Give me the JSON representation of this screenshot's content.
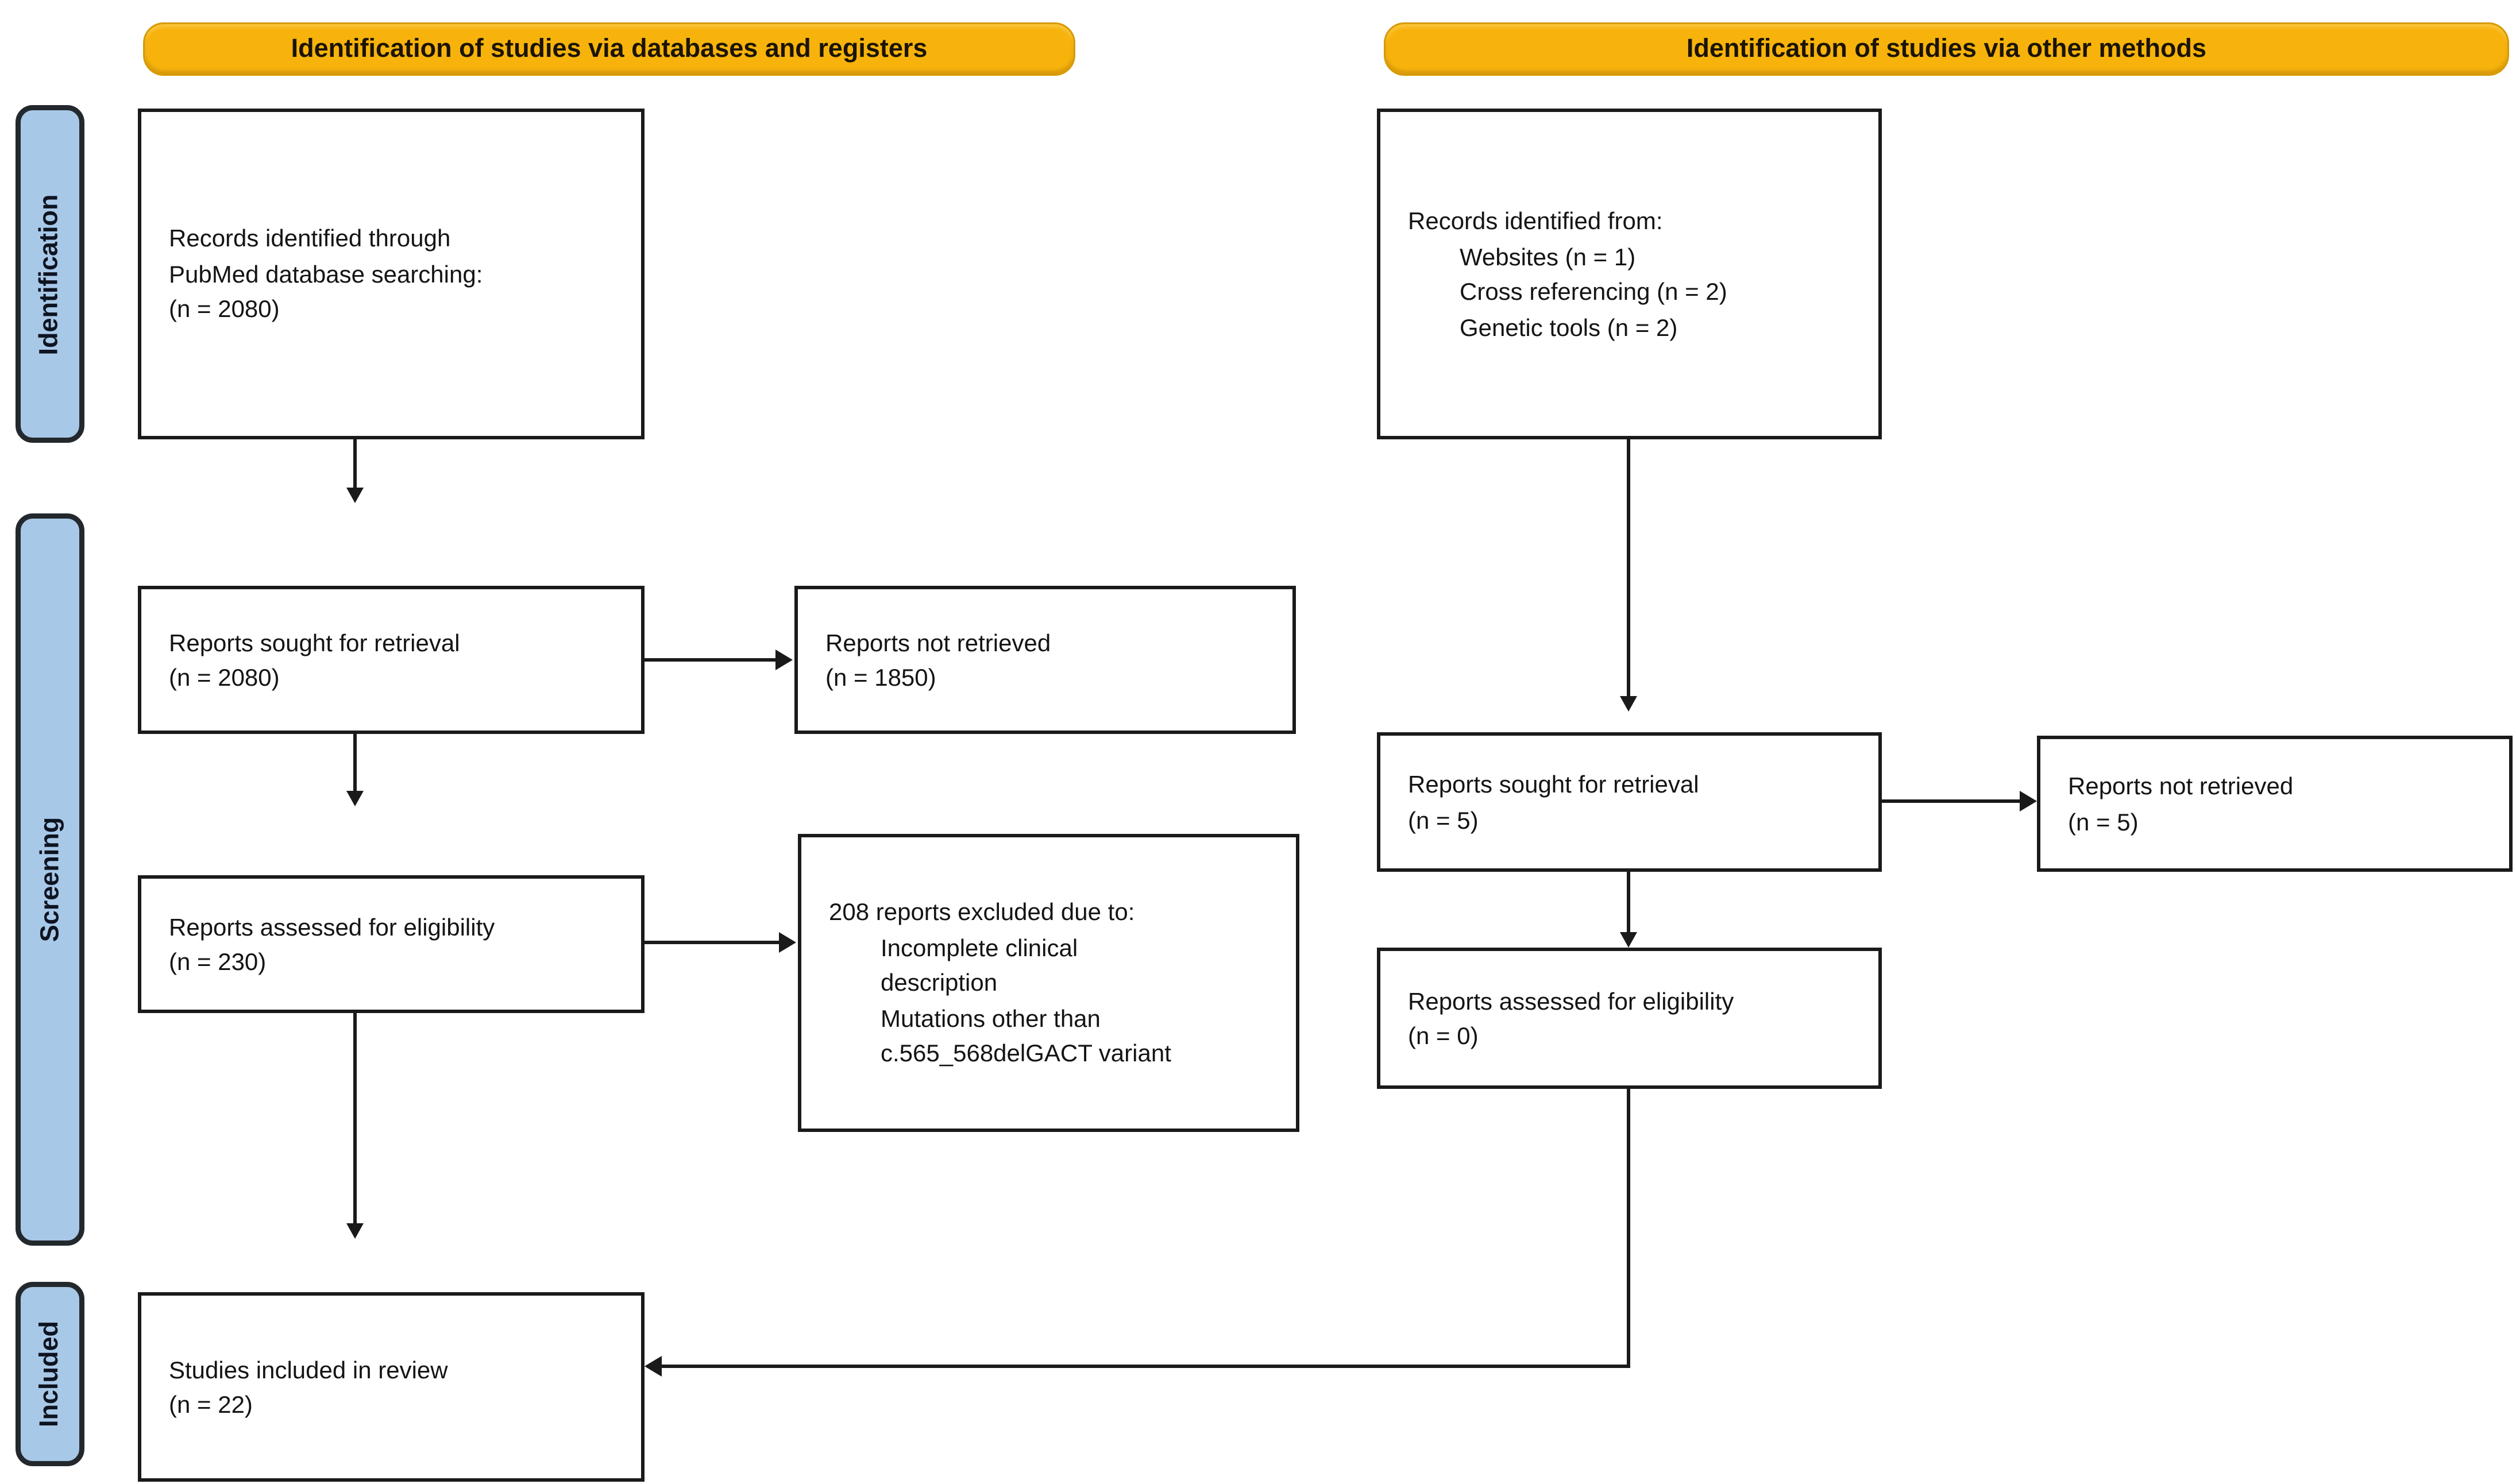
{
  "colors": {
    "banner": "#f7b30c",
    "sidebar": "#a8c8e8",
    "box_border": "#1a1a1a",
    "arrow": "#1a1a1a"
  },
  "banners": {
    "databases": "Identification of studies via databases and registers",
    "other_methods": "Identification of studies via other methods"
  },
  "sidebar": {
    "identification": "Identification",
    "screening": "Screening",
    "included": "Included"
  },
  "boxes": {
    "db_identified": {
      "lines": [
        {
          "text": "Records identified through",
          "indent": false
        },
        {
          "text": "PubMed database searching:",
          "indent": false
        },
        {
          "text": "(n = 2080)",
          "indent": false
        }
      ]
    },
    "other_identified": {
      "lines": [
        {
          "text": "Records identified from:",
          "indent": false
        },
        {
          "text": "Websites (n = 1)",
          "indent": true
        },
        {
          "text": "Cross referencing (n = 2)",
          "indent": true
        },
        {
          "text": "Genetic tools (n = 2)",
          "indent": true
        }
      ]
    },
    "db_sought": {
      "lines": [
        {
          "text": "Reports sought for retrieval",
          "indent": false
        },
        {
          "text": "(n = 2080)",
          "indent": false
        }
      ]
    },
    "db_not_retrieved": {
      "lines": [
        {
          "text": "Reports not retrieved",
          "indent": false
        },
        {
          "text": "(n = 1850)",
          "indent": false
        }
      ]
    },
    "db_assessed": {
      "lines": [
        {
          "text": "Reports assessed for eligibility",
          "indent": false
        },
        {
          "text": "(n = 230)",
          "indent": false
        }
      ]
    },
    "db_excluded": {
      "lines": [
        {
          "text": "208 reports excluded due to:",
          "indent": false
        },
        {
          "text": "Incomplete clinical",
          "indent": true
        },
        {
          "text": "description",
          "indent": true
        },
        {
          "text": "Mutations other than",
          "indent": true
        },
        {
          "text": "c.565_568delGACT variant",
          "indent": true
        }
      ]
    },
    "other_sought": {
      "lines": [
        {
          "text": "Reports sought for retrieval",
          "indent": false
        },
        {
          "text": "(n = 5)",
          "indent": false
        }
      ]
    },
    "other_not_retrieved": {
      "lines": [
        {
          "text": "Reports not retrieved",
          "indent": false
        },
        {
          "text": "(n = 5)",
          "indent": false
        }
      ]
    },
    "other_assessed": {
      "lines": [
        {
          "text": "Reports assessed for eligibility",
          "indent": false
        },
        {
          "text": "(n = 0)",
          "indent": false
        }
      ]
    },
    "included_studies": {
      "lines": [
        {
          "text": "Studies included in review",
          "indent": false
        },
        {
          "text": "(n = 22)",
          "indent": false
        }
      ]
    }
  }
}
